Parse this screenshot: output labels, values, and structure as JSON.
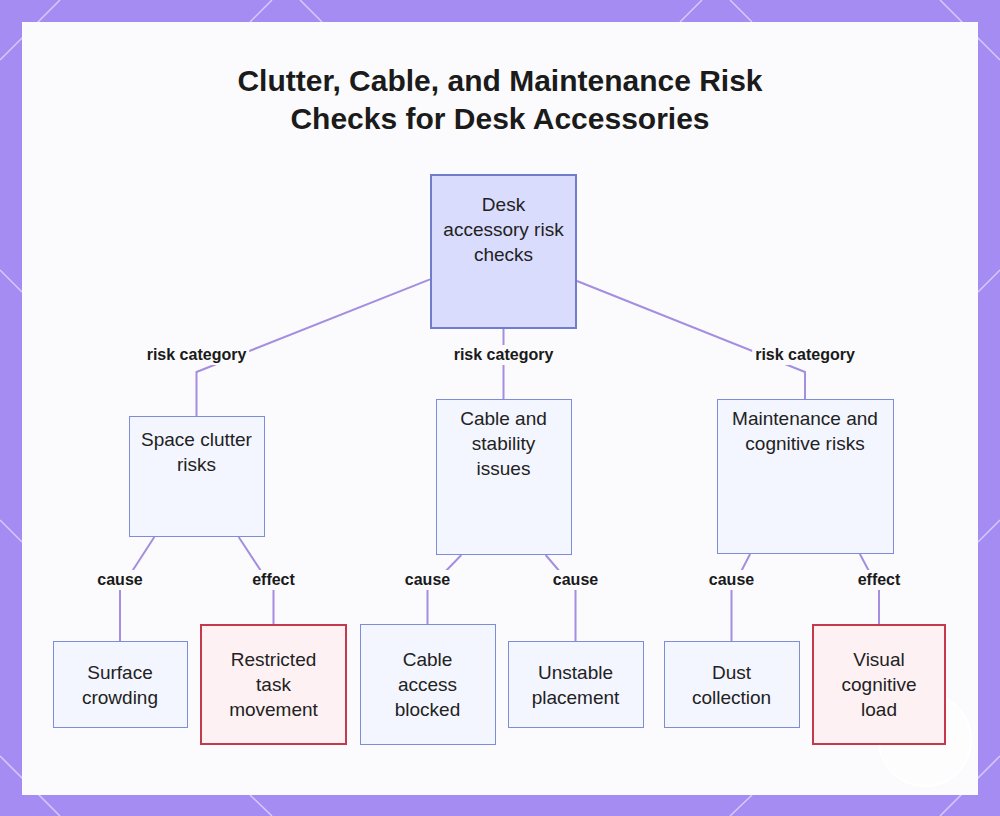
{
  "diagram": {
    "title": "Clutter, Cable, and Maintenance Risk Checks for Desk Accessories",
    "nodes": [
      {
        "text": [
          "Desk accessory risk checks"
        ]
      },
      {
        "text": [
          "Space clutter risks"
        ]
      },
      {
        "text": [
          "Cable and stability issues"
        ]
      },
      {
        "text": [
          "Maintenance and cognitive risks"
        ]
      },
      {
        "text": [
          "Surface crowding"
        ]
      },
      {
        "text": [
          "Restricted task movement"
        ]
      },
      {
        "text": [
          "Cable access blocked"
        ]
      },
      {
        "text": [
          "Unstable placement"
        ]
      },
      {
        "text": [
          "Dust collection"
        ]
      },
      {
        "text": [
          "Visual cognitive load"
        ]
      }
    ],
    "edges": [
      {
        "from": 0,
        "to": 1,
        "arrow": "none",
        "label": "risk category"
      },
      {
        "from": 0,
        "to": 2,
        "arrow": "none",
        "label": "risk category"
      },
      {
        "from": 0,
        "to": 3,
        "arrow": "none",
        "label": "risk category"
      },
      {
        "from": 1,
        "to": 4,
        "arrow": "none",
        "label": "cause"
      },
      {
        "from": 1,
        "to": 5,
        "arrow": "none",
        "label": "effect"
      },
      {
        "from": 2,
        "to": 6,
        "arrow": "none",
        "label": "cause"
      },
      {
        "from": 2,
        "to": 7,
        "arrow": "none",
        "label": "cause"
      },
      {
        "from": 3,
        "to": 8,
        "arrow": "none",
        "label": "cause"
      },
      {
        "from": 3,
        "to": 9,
        "arrow": "none",
        "label": "effect"
      }
    ]
  }
}
